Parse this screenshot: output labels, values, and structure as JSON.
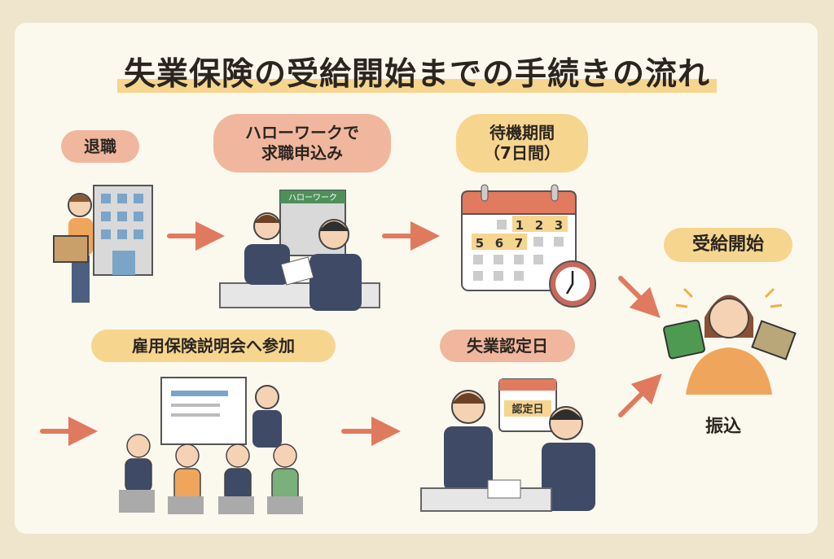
{
  "title": "失業保険の受給開始までの手続きの流れ",
  "steps": {
    "retire": "退職",
    "hellowork_line1": "ハローワークで",
    "hellowork_line2": "求職申込み",
    "hellowork_sign": "ハローワーク",
    "waiting_line1": "待機期間",
    "waiting_line2": "（7日間）",
    "calendar_days": [
      "1",
      "2",
      "3",
      "5",
      "6",
      "7"
    ],
    "start": "受給開始",
    "seminar": "雇用保険説明会へ参加",
    "certification": "失業認定日",
    "certification_calendar": "認定日",
    "transfer": "振込"
  },
  "colors": {
    "arrow": "#e07a5f",
    "pink": "#f0b79e",
    "yellow": "#f6d58f",
    "background": "#efe4cc"
  }
}
